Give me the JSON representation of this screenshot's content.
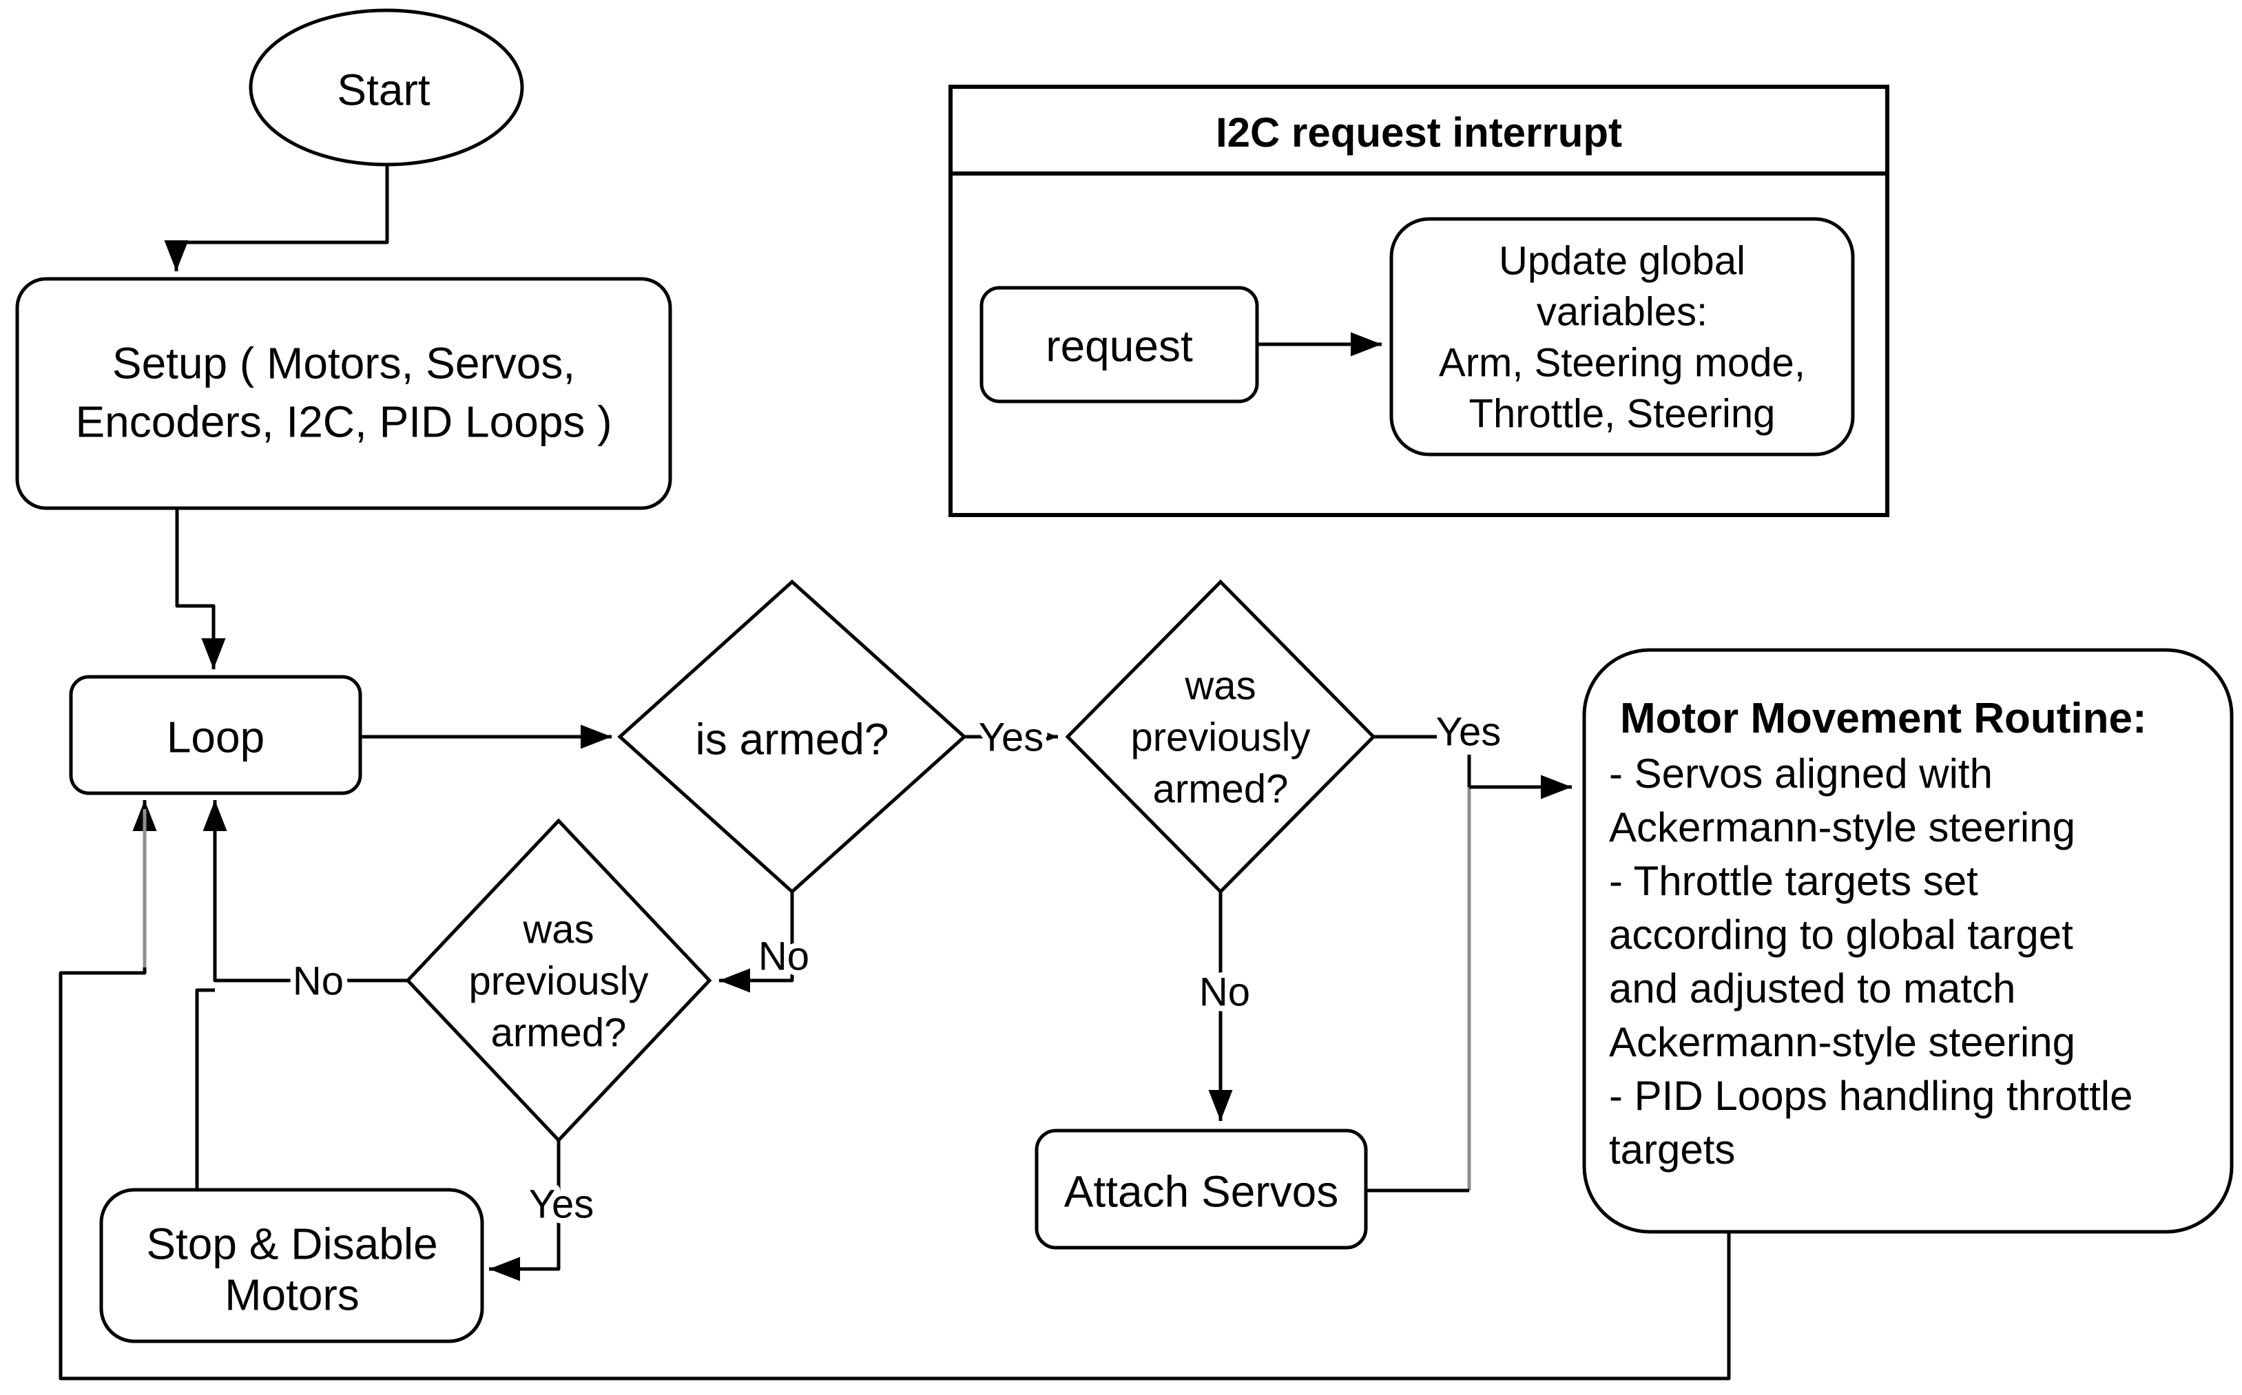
{
  "nodes": {
    "start": {
      "label": "Start"
    },
    "setup": {
      "lines": [
        "Setup ( Motors, Servos,",
        "Encoders, I2C, PID Loops )"
      ]
    },
    "loop": {
      "label": "Loop"
    },
    "is_armed": {
      "label": "is armed?"
    },
    "prev_armed_right": {
      "lines": [
        "was",
        "previously",
        "armed?"
      ]
    },
    "prev_armed_left": {
      "lines": [
        "was",
        "previously",
        "armed?"
      ]
    },
    "attach_servos": {
      "label": "Attach Servos"
    },
    "stop_motors": {
      "lines": [
        "Stop & Disable",
        "Motors"
      ]
    },
    "motor_routine": {
      "title": "Motor Movement Routine:",
      "lines": [
        "- Servos aligned with",
        "Ackermann-style steering",
        "- Throttle targets set",
        "according to global target",
        "and adjusted to match",
        "Ackermann-style steering",
        "- PID Loops handling throttle",
        "targets"
      ]
    },
    "request": {
      "label": "request"
    },
    "update_globals": {
      "lines": [
        "Update global",
        "variables:",
        "Arm, Steering mode,",
        "Throttle, Steering"
      ]
    }
  },
  "panels": {
    "i2c": {
      "title": "I2C request interrupt"
    }
  },
  "edge_labels": {
    "is_armed_yes": "Yes",
    "is_armed_no": "No",
    "prev_right_yes": "Yes",
    "prev_right_no": "No",
    "prev_left_no": "No",
    "prev_left_yes": "Yes"
  },
  "colors": {
    "stroke": "#000000",
    "shared_connector_gray": "#8f8f8f",
    "background": "#ffffff"
  }
}
